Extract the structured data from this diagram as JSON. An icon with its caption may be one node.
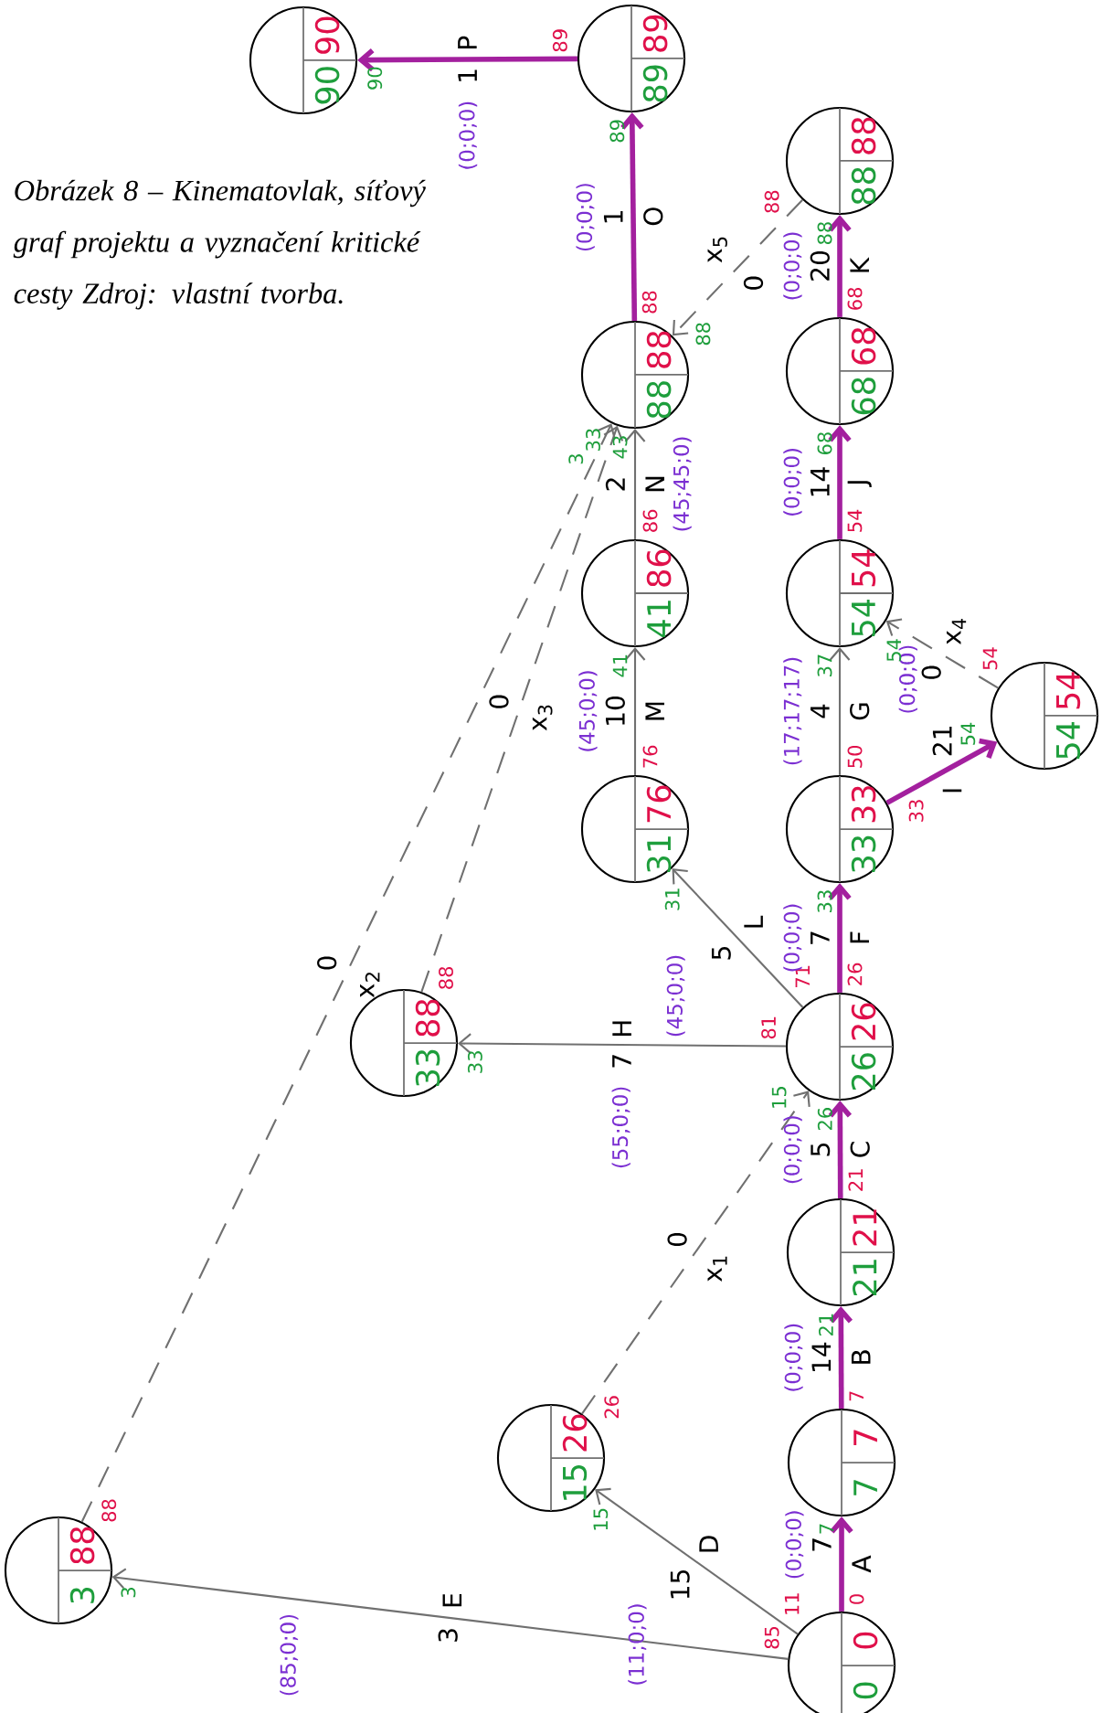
{
  "diagram": {
    "caption": "Obrázek 8 – Kinematovlak, síťový graf projektu a vyznačení kritické cesty Zdroj: vlastní tvorba.",
    "nodes": [
      {
        "text": [
          "0",
          "0"
        ]
      },
      {
        "text": [
          "7",
          "7"
        ]
      },
      {
        "text": [
          "21",
          "21"
        ]
      },
      {
        "text": [
          "15",
          "26"
        ]
      },
      {
        "text": [
          "3",
          "88"
        ]
      },
      {
        "text": [
          "26",
          "26"
        ]
      },
      {
        "text": [
          "33",
          "88"
        ]
      },
      {
        "text": [
          "31",
          "76"
        ]
      },
      {
        "text": [
          "33",
          "33"
        ]
      },
      {
        "text": [
          "54",
          "54"
        ]
      },
      {
        "text": [
          "41",
          "86"
        ]
      },
      {
        "text": [
          "54",
          "54"
        ]
      },
      {
        "text": [
          "88",
          "88"
        ]
      },
      {
        "text": [
          "68",
          "68"
        ]
      },
      {
        "text": [
          "88",
          "88"
        ]
      },
      {
        "text": [
          "89",
          "89"
        ]
      },
      {
        "text": [
          "90",
          "90"
        ]
      }
    ],
    "edges": [
      {
        "from": 0,
        "to": 1,
        "arrow": "to",
        "label": "A",
        "style": "thick",
        "color": "#a3209e"
      },
      {
        "from": 1,
        "to": 2,
        "arrow": "to",
        "label": "B",
        "style": "thick",
        "color": "#a3209e"
      },
      {
        "from": 2,
        "to": 5,
        "arrow": "to",
        "label": "C",
        "style": "thick",
        "color": "#a3209e"
      },
      {
        "from": 0,
        "to": 3,
        "arrow": "to",
        "label": "D"
      },
      {
        "from": 0,
        "to": 4,
        "arrow": "to",
        "label": "E"
      },
      {
        "from": 3,
        "to": 5,
        "arrow": "to",
        "label": "x$_{1}$",
        "style": "dashed"
      },
      {
        "from": 5,
        "to": 6,
        "arrow": "to",
        "label": "H"
      },
      {
        "from": 5,
        "to": 7,
        "arrow": "to",
        "label": "L"
      },
      {
        "from": 5,
        "to": 8,
        "arrow": "to",
        "label": "F",
        "style": "thick",
        "color": "#a3209e"
      },
      {
        "from": 8,
        "to": 9,
        "arrow": "to",
        "label": "I",
        "style": "thick",
        "color": "#a3209e"
      },
      {
        "from": 8,
        "to": 11,
        "arrow": "to",
        "label": "G"
      },
      {
        "from": 9,
        "to": 11,
        "arrow": "to",
        "label": "x$_{4}$",
        "style": "dashed"
      },
      {
        "from": 7,
        "to": 10,
        "arrow": "to",
        "label": "M"
      },
      {
        "from": 10,
        "to": 12,
        "arrow": "to",
        "label": "N"
      },
      {
        "from": 6,
        "to": 12,
        "arrow": "to",
        "label": "x$_{3}$",
        "style": "dashed"
      },
      {
        "from": 4,
        "to": 12,
        "arrow": "to",
        "label": "x$_{2}$",
        "style": "dashed"
      },
      {
        "from": 11,
        "to": 13,
        "arrow": "to",
        "label": "J",
        "style": "thick",
        "color": "#a3209e"
      },
      {
        "from": 13,
        "to": 14,
        "arrow": "to",
        "label": "K",
        "style": "thick",
        "color": "#a3209e"
      },
      {
        "from": 14,
        "to": 12,
        "arrow": "to",
        "label": "x$_{5}$",
        "style": "dashed"
      },
      {
        "from": 12,
        "to": 15,
        "arrow": "to",
        "label": "O",
        "style": "thick",
        "color": "#a3209e"
      },
      {
        "from": 15,
        "to": 16,
        "arrow": "to",
        "label": "P",
        "style": "thick",
        "color": "#a3209e"
      }
    ],
    "labels": [
      "7",
      "(0;0;0)",
      "0",
      "7",
      "14",
      "(0;0;0)",
      "7",
      "21",
      "5",
      "(0;0;0)",
      "21",
      "26",
      "15",
      "(11;0;0)",
      "11",
      "15",
      "3",
      "(85;0;0)",
      "85",
      "3",
      "0",
      "26",
      "15",
      "7",
      "(55;0;0)",
      "81",
      "33",
      "5",
      "(45;0;0)",
      "71",
      "31",
      "7",
      "(0;0;0)",
      "26",
      "33",
      "21",
      "(0;0;0)",
      "33",
      "54",
      "4",
      "(17;17;17)",
      "50",
      "37",
      "0",
      "54",
      "54",
      "10",
      "(45;0;0)",
      "76",
      "41",
      "2",
      "(45;45;0)",
      "86",
      "43",
      "0",
      "88",
      "33",
      "0",
      "88",
      "3",
      "14",
      "(0;0;0)",
      "54",
      "68",
      "20",
      "(0;0;0)",
      "68",
      "88",
      "0",
      "88",
      "88",
      "1",
      "(0;0;0)",
      "88",
      "89",
      "1",
      "(0;0;0)",
      "89",
      "90"
    ]
  }
}
